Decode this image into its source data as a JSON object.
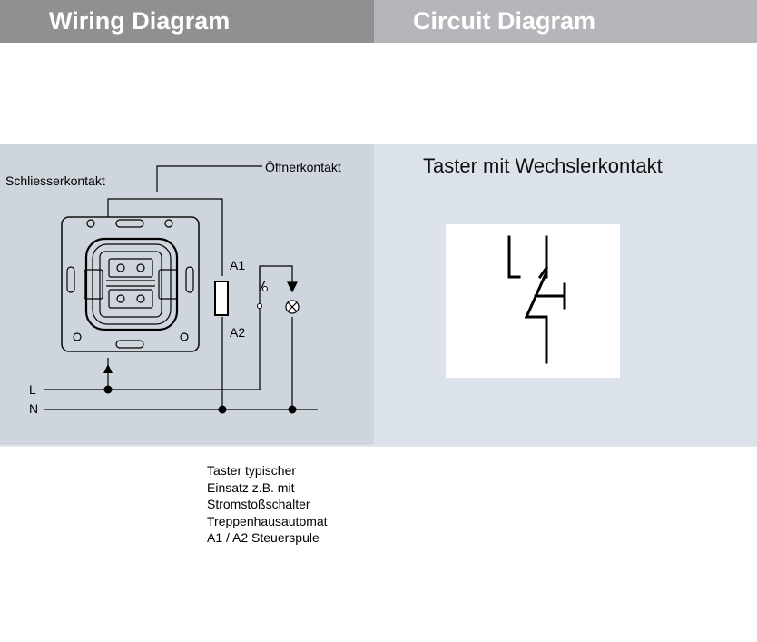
{
  "header": {
    "wiring_title": "Wiring Diagram",
    "circuit_title": "Circuit Diagram"
  },
  "wiring": {
    "schliesserkontakt": "Schliesserkontakt",
    "oeffnerkontakt": "Öffnerkontakt",
    "a1": "A1",
    "a2": "A2",
    "line_l": "L",
    "line_n": "N"
  },
  "circuit": {
    "title": "Taster mit Wechslerkontakt"
  },
  "notes": [
    "Taster typischer",
    "Einsatz z.B. mit",
    "Stromstoßschalter",
    "Treppenhausautomat",
    "A1 / A2 Steuerspule"
  ],
  "colors": {
    "header_left": "#8e9092",
    "header_right": "#b4b6b9",
    "panel_left": "#cfd5dc",
    "panel_right": "#dce2e9"
  }
}
